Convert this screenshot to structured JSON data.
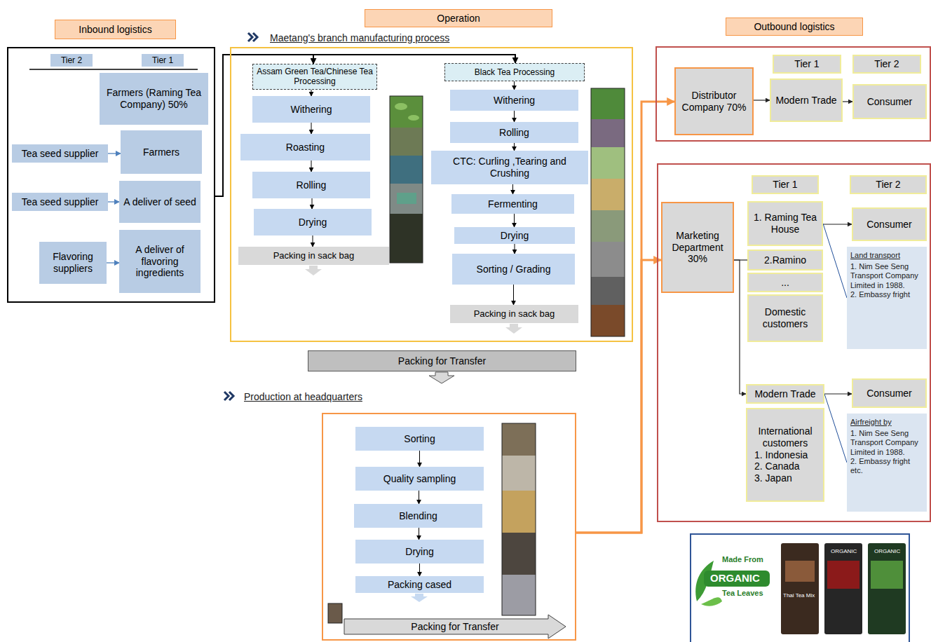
{
  "diagram": {
    "nodes": [
      {
        "text": [
          "Inbound logistics"
        ]
      },
      {
        "text": []
      },
      {
        "text": [
          "Tier 2"
        ],
        "in": 1
      },
      {
        "text": [
          "Tier 1"
        ],
        "in": 1
      },
      {
        "text": [
          "Farmers (Raming Tea Company) 50%"
        ],
        "in": 1
      },
      {
        "text": [
          "Tea seed supplier"
        ],
        "in": 1
      },
      {
        "text": [
          "Farmers"
        ],
        "in": 1
      },
      {
        "text": [
          "Tea seed supplier"
        ],
        "in": 1
      },
      {
        "text": [
          "A deliver of seed"
        ],
        "in": 1
      },
      {
        "text": [
          "Flavoring suppliers"
        ],
        "in": 1
      },
      {
        "text": [
          "A deliver of flavoring ingredients"
        ],
        "in": 1
      },
      {
        "text": [
          "Operation"
        ]
      },
      {
        "text": [
          "Maetang's branch manufacturing process"
        ]
      },
      {
        "text": [
          "Assam Green Tea/Chinese Tea Processing"
        ],
        "in": 12
      },
      {
        "text": [
          "Withering"
        ],
        "in": 12
      },
      {
        "text": [
          "Roasting"
        ],
        "in": 12
      },
      {
        "text": [
          "Rolling"
        ],
        "in": 12
      },
      {
        "text": [
          "Drying"
        ],
        "in": 12
      },
      {
        "text": [
          "Packing in sack bag"
        ],
        "in": 12
      },
      {
        "text": [
          "Black Tea Processing"
        ],
        "in": 12
      },
      {
        "text": [
          "Withering"
        ],
        "in": 12
      },
      {
        "text": [
          "Rolling"
        ],
        "in": 12
      },
      {
        "text": [
          "CTC: Curling ,Tearing and Crushing"
        ],
        "in": 12
      },
      {
        "text": [
          "Fermenting"
        ],
        "in": 12
      },
      {
        "text": [
          "Drying"
        ],
        "in": 12
      },
      {
        "text": [
          "Sorting / Grading"
        ],
        "in": 12
      },
      {
        "text": [
          "Packing in sack bag"
        ],
        "in": 12
      },
      {
        "text": [
          "Packing for Transfer"
        ]
      },
      {
        "text": [
          "Production at headquarters"
        ]
      },
      {
        "text": [
          "Sorting"
        ],
        "in": 28
      },
      {
        "text": [
          "Quality sampling"
        ],
        "in": 28
      },
      {
        "text": [
          "Blending"
        ],
        "in": 28
      },
      {
        "text": [
          "Drying"
        ],
        "in": 28
      },
      {
        "text": [
          "Packing cased"
        ],
        "in": 28
      },
      {
        "text": [
          "Packing for Transfer"
        ],
        "in": 28
      },
      {
        "text": [
          "Outbound logistics"
        ]
      },
      {
        "text": []
      },
      {
        "text": [
          "Tier 1"
        ],
        "in": 36
      },
      {
        "text": [
          "Tier 2"
        ],
        "in": 36
      },
      {
        "text": [
          "Distributor Company 70%"
        ],
        "in": 36
      },
      {
        "text": [
          "Modern Trade"
        ],
        "in": 36
      },
      {
        "text": [
          "Consumer"
        ],
        "in": 36
      },
      {
        "text": []
      },
      {
        "text": [
          "Tier 1"
        ],
        "in": 42
      },
      {
        "text": [
          "Tier 2"
        ],
        "in": 42
      },
      {
        "text": [
          "Marketing Department 30%"
        ],
        "in": 42
      },
      {
        "text": [
          "1. Raming Tea House"
        ],
        "in": 42
      },
      {
        "text": [
          "2.Ramino"
        ],
        "in": 42
      },
      {
        "text": [
          "..."
        ],
        "in": 42
      },
      {
        "text": [
          "Domestic customers"
        ],
        "in": 42
      },
      {
        "text": [
          "Consumer"
        ],
        "in": 42
      },
      {
        "text": [
          "Land transport",
          "1. Nim See Seng Transport Company Limited in 1988.",
          "2. Embassy fright"
        ],
        "in": 42
      },
      {
        "text": [
          "Modern Trade"
        ],
        "in": 42
      },
      {
        "text": [
          "International customers",
          "1. Indonesia",
          "2. Canada",
          "3. Japan"
        ],
        "in": 42
      },
      {
        "text": [
          "Consumer"
        ],
        "in": 42
      },
      {
        "text": [
          "Airfreight by",
          "1. Nim See Seng Transport Company Limited in 1988.",
          "2. Embassy fright",
          "etc."
        ],
        "in": 42
      }
    ],
    "edges": [
      {
        "from": 5,
        "to": 6,
        "arrow": "to"
      },
      {
        "from": 7,
        "to": 8,
        "arrow": "to"
      },
      {
        "from": 9,
        "to": 10,
        "arrow": "to"
      },
      {
        "from": 1,
        "to": 13,
        "arrow": "to"
      },
      {
        "from": 1,
        "to": 19,
        "arrow": "to"
      },
      {
        "from": 13,
        "to": 14,
        "arrow": "to"
      },
      {
        "from": 14,
        "to": 15,
        "arrow": "to"
      },
      {
        "from": 15,
        "to": 16,
        "arrow": "to"
      },
      {
        "from": 16,
        "to": 17,
        "arrow": "to"
      },
      {
        "from": 17,
        "to": 18,
        "arrow": "to"
      },
      {
        "from": 19,
        "to": 20,
        "arrow": "to"
      },
      {
        "from": 20,
        "to": 21,
        "arrow": "to"
      },
      {
        "from": 21,
        "to": 22,
        "arrow": "to"
      },
      {
        "from": 22,
        "to": 23,
        "arrow": "to"
      },
      {
        "from": 23,
        "to": 24,
        "arrow": "to"
      },
      {
        "from": 24,
        "to": 25,
        "arrow": "to"
      },
      {
        "from": 25,
        "to": 26,
        "arrow": "to"
      },
      {
        "from": 29,
        "to": 30,
        "arrow": "to"
      },
      {
        "from": 30,
        "to": 31,
        "arrow": "to"
      },
      {
        "from": 31,
        "to": 32,
        "arrow": "to"
      },
      {
        "from": 32,
        "to": 33,
        "arrow": "to"
      },
      {
        "from": 28,
        "to": 39,
        "arrow": "to"
      },
      {
        "from": 28,
        "to": 45,
        "arrow": "to"
      },
      {
        "from": 39,
        "to": 40,
        "arrow": "to"
      },
      {
        "from": 40,
        "to": 41,
        "arrow": "to"
      },
      {
        "from": 45,
        "to": 47,
        "arrow": "none"
      },
      {
        "from": 45,
        "to": 52,
        "arrow": "to"
      },
      {
        "from": 46,
        "to": 50,
        "arrow": "to"
      },
      {
        "from": 52,
        "to": 54,
        "arrow": "to"
      },
      {
        "from": 46,
        "to": 51,
        "arrow": "none"
      },
      {
        "from": 52,
        "to": 55,
        "arrow": "none"
      }
    ],
    "labels": [
      "Made From",
      "ORGANIC",
      "Tea Leaves",
      "Thai Tea Mix",
      "ORGANIC",
      "ORGANIC"
    ]
  }
}
